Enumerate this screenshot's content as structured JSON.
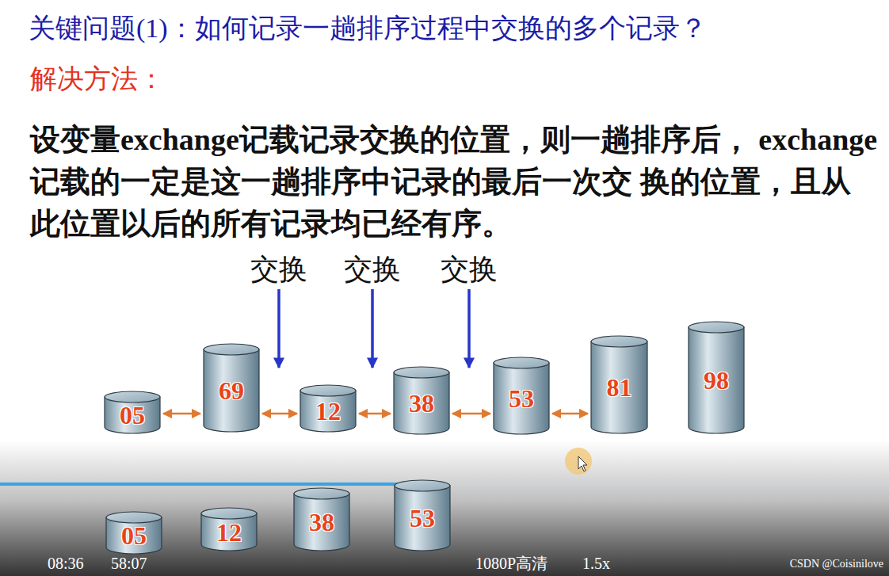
{
  "diagram": {
    "title": "关键问题(1)：如何记录一趟排序过程中交换的多个记录？",
    "nodes": [
      {
        "text": [
          "05"
        ]
      },
      {
        "text": [
          "69"
        ]
      },
      {
        "text": [
          "12"
        ]
      },
      {
        "text": [
          "38"
        ]
      },
      {
        "text": [
          "53"
        ]
      },
      {
        "text": [
          "81"
        ]
      },
      {
        "text": [
          "98"
        ]
      },
      {
        "text": [
          "05"
        ]
      },
      {
        "text": [
          "12"
        ]
      },
      {
        "text": [
          "38"
        ]
      },
      {
        "text": [
          "53"
        ]
      }
    ],
    "edges": [
      {
        "from": 0,
        "to": 1,
        "arrow": "both"
      },
      {
        "from": 1,
        "to": 2,
        "arrow": "both"
      },
      {
        "from": 2,
        "to": 3,
        "arrow": "both"
      },
      {
        "from": 3,
        "to": 4,
        "arrow": "both"
      },
      {
        "from": 4,
        "to": 5,
        "arrow": "both"
      }
    ],
    "labels": [
      "解决方法：",
      "设变量exchange记载记录交换的位置，则一趟排序后， exchange记载的一定是这一趟排序中记录的最后一次交 换的位置，且从此位置以后的所有记录均已经有序。",
      "交换",
      "交换",
      "交换",
      "08:36",
      "58:07",
      "1080P高清",
      "1.5x",
      "CSDN @Coisinilove"
    ]
  }
}
